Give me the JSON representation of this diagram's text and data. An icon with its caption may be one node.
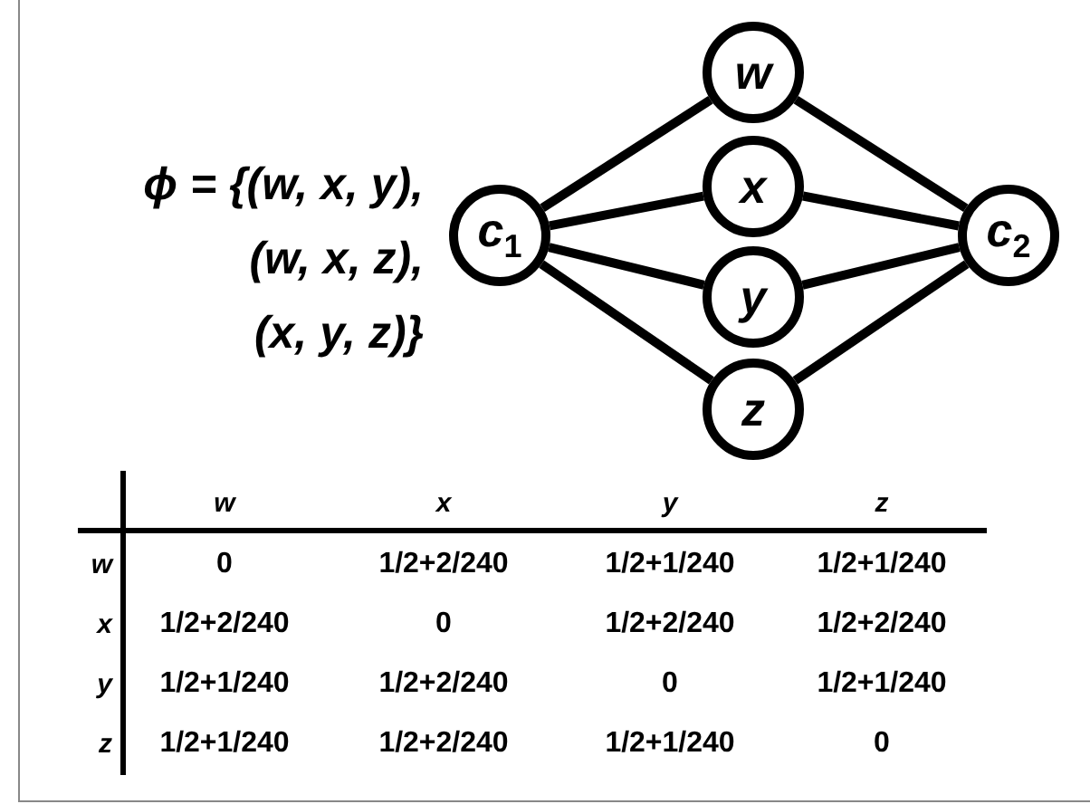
{
  "diagram": {
    "nodes": [
      {
        "text": [
          "*c*$_{1}$"
        ]
      },
      {
        "text": [
          "w"
        ]
      },
      {
        "text": [
          "x"
        ]
      },
      {
        "text": [
          "y"
        ]
      },
      {
        "text": [
          "z"
        ]
      },
      {
        "text": [
          "*c*$_{2}$"
        ]
      }
    ],
    "edges": [
      {
        "from": 0,
        "to": 1,
        "arrow": "none"
      },
      {
        "from": 0,
        "to": 2,
        "arrow": "none"
      },
      {
        "from": 0,
        "to": 3,
        "arrow": "none"
      },
      {
        "from": 0,
        "to": 4,
        "arrow": "none"
      },
      {
        "from": 1,
        "to": 5,
        "arrow": "none"
      },
      {
        "from": 2,
        "to": 5,
        "arrow": "none"
      },
      {
        "from": 3,
        "to": 5,
        "arrow": "none"
      },
      {
        "from": 4,
        "to": 5,
        "arrow": "none"
      }
    ],
    "labels": [
      "ϕ = {(w, x, y), (w, x, z), (x, y, z)}",
      "w",
      "x",
      "y",
      "z",
      "w",
      "0",
      "1/2+2/240",
      "1/2+1/240",
      "1/2+1/240",
      "x",
      "1/2+2/240",
      "0",
      "1/2+2/240",
      "1/2+2/240",
      "y",
      "1/2+1/240",
      "1/2+2/240",
      "0",
      "1/2+1/240",
      "z",
      "1/2+1/240",
      "1/2+2/240",
      "1/2+1/240",
      "0"
    ]
  }
}
